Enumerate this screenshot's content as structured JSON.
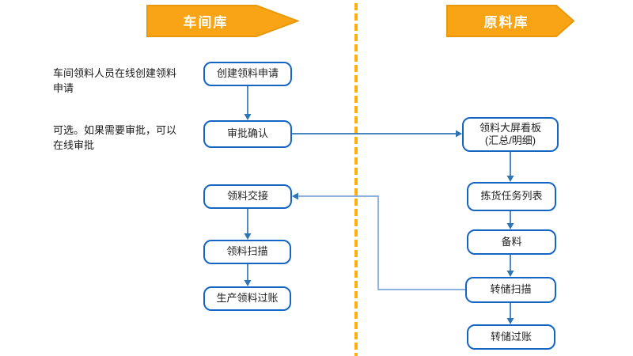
{
  "lanes": {
    "left": {
      "title": "车间库"
    },
    "right": {
      "title": "原料库"
    }
  },
  "annotations": [
    {
      "text": "车间领料人员在线创建领料申请"
    },
    {
      "text": "可选。如果需要审批，可以在线审批"
    }
  ],
  "left_column": {
    "nodes": [
      {
        "label": "创建领料申请"
      },
      {
        "label": "审批确认"
      },
      {
        "label": "领料交接"
      },
      {
        "label": "领料扫描"
      },
      {
        "label": "生产领料过账"
      }
    ]
  },
  "right_column": {
    "nodes": [
      {
        "label": "领料大屏看板",
        "sublabel": "(汇总/明细)"
      },
      {
        "label": "拣货任务列表"
      },
      {
        "label": "备料"
      },
      {
        "label": "转储扫描"
      },
      {
        "label": "转储过账"
      }
    ]
  },
  "colors": {
    "banner_orange_fill": "#F8A414",
    "banner_orange_border": "#E9980C",
    "divider_orange": "#FFAF0F",
    "node_border_blue": "#1566C4",
    "connector_blue": "#2E75B6",
    "connector_light_blue": "#7DA7DC"
  }
}
